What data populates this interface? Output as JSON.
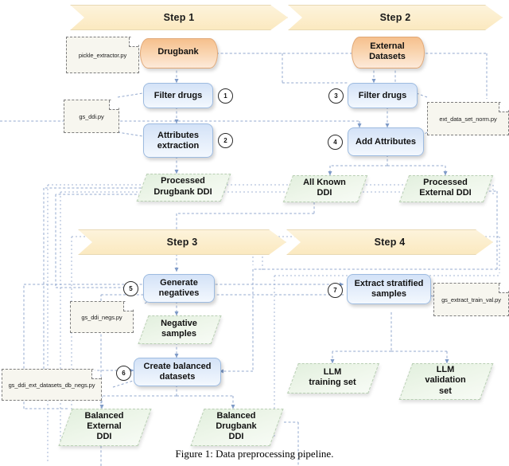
{
  "figure": {
    "caption": "Figure 1: Data preprocessing pipeline."
  },
  "colors": {
    "banner_fill": "#fcefd0",
    "banner_stroke": "#e8d9b4",
    "process_fill": "#dbe8f8",
    "process_stroke": "#9dbbe0",
    "data_fill": "#e8f2e4",
    "data_stroke": "#b9cfb4",
    "store_fill": "#f9d3ad",
    "store_stroke": "#e0a877",
    "note_fill": "#f7f6ef",
    "note_stroke": "#7d7d7d",
    "connector": "#93a9cf"
  },
  "banners": [
    {
      "id": "step1",
      "label": "Step 1"
    },
    {
      "id": "step2",
      "label": "Step 2"
    },
    {
      "id": "step3",
      "label": "Step 3"
    },
    {
      "id": "step4",
      "label": "Step 4"
    }
  ],
  "datastores": [
    {
      "id": "drugbank",
      "label": "Drugbank"
    },
    {
      "id": "external-datasets",
      "label": "External\nDatasets"
    }
  ],
  "processes": [
    {
      "id": "filter-drugs-1",
      "label": "Filter drugs",
      "step": "1"
    },
    {
      "id": "attributes-extraction",
      "label": "Attributes\nextraction",
      "step": "2"
    },
    {
      "id": "filter-drugs-2",
      "label": "Filter drugs",
      "step": "3"
    },
    {
      "id": "add-attributes",
      "label": "Add Attributes",
      "step": "4"
    },
    {
      "id": "generate-negatives",
      "label": "Generate\nnegatives",
      "step": "5"
    },
    {
      "id": "create-balanced-datasets",
      "label": "Create balanced\ndatasets",
      "step": "6"
    },
    {
      "id": "extract-stratified-samples",
      "label": "Extract stratified\nsamples",
      "step": "7"
    }
  ],
  "datasets": [
    {
      "id": "processed-drugbank-ddi",
      "label": "Processed\nDrugbank DDI"
    },
    {
      "id": "all-known-ddi",
      "label": "All Known\nDDI"
    },
    {
      "id": "processed-external-ddi",
      "label": "Processed\nExternal DDI"
    },
    {
      "id": "negative-samples",
      "label": "Negative\nsamples"
    },
    {
      "id": "balanced-external-ddi",
      "label": "Balanced\nExternal\nDDI"
    },
    {
      "id": "balanced-drugbank-ddi",
      "label": "Balanced\nDrugbank\nDDI"
    },
    {
      "id": "llm-training-set",
      "label": "LLM\ntraining set"
    },
    {
      "id": "llm-validation-set",
      "label": "LLM\nvalidation\nset"
    }
  ],
  "notes": [
    {
      "id": "note-pickle-extractor",
      "label": "pickle_extractor.py"
    },
    {
      "id": "note-gs-ddi",
      "label": "gs_ddi.py"
    },
    {
      "id": "note-ext-data-set-norm",
      "label": "ext_data_set_norm.py"
    },
    {
      "id": "note-gs-ddi-negs",
      "label": "gs_ddi_negs.py"
    },
    {
      "id": "note-gs-ddi-ext-datasets-db-negs",
      "label": "gs_ddi_ext_datasets_db_negs.py"
    },
    {
      "id": "note-gs-extract-train-val",
      "label": "gs_extract_train_val.py"
    }
  ],
  "step_numbers": [
    "1",
    "2",
    "3",
    "4",
    "5",
    "6",
    "7"
  ]
}
